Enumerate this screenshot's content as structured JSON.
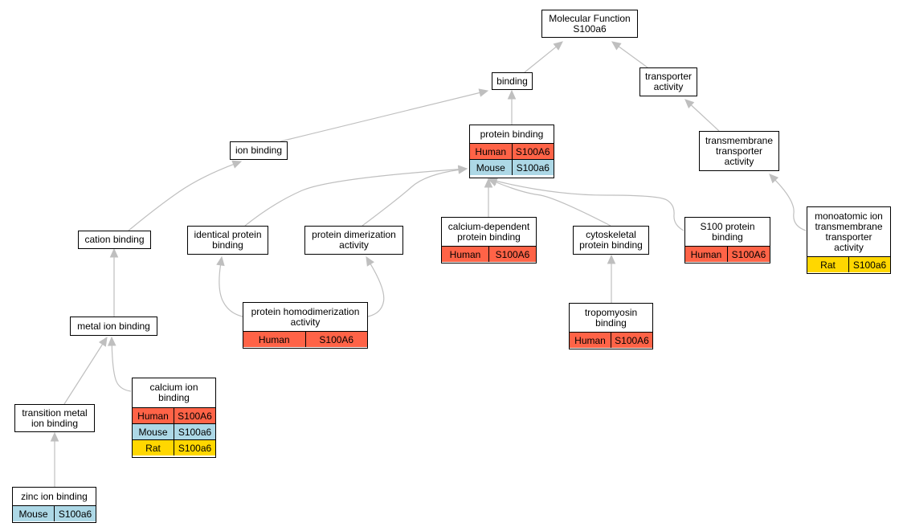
{
  "colors": {
    "human": "#ff6347",
    "mouse": "#add8e6",
    "rat": "#ffd700",
    "edge": "#bfbfbf"
  },
  "nodes": [
    {
      "id": "root",
      "lines": [
        "Molecular Function",
        "S100a6"
      ],
      "rows": []
    },
    {
      "id": "binding",
      "lines": [
        "binding"
      ],
      "rows": []
    },
    {
      "id": "transporter",
      "lines": [
        "transporter",
        "activity"
      ],
      "rows": []
    },
    {
      "id": "tmtransporter",
      "lines": [
        "transmembrane",
        "transporter",
        "activity"
      ],
      "rows": []
    },
    {
      "id": "ionbinding",
      "lines": [
        "ion binding"
      ],
      "rows": []
    },
    {
      "id": "proteinbinding",
      "lines": [
        "protein binding"
      ],
      "rows": [
        {
          "species": "Human",
          "gene": "S100A6",
          "color": "human"
        },
        {
          "species": "Mouse",
          "gene": "S100a6",
          "color": "mouse"
        }
      ]
    },
    {
      "id": "cationbinding",
      "lines": [
        "cation binding"
      ],
      "rows": []
    },
    {
      "id": "identical",
      "lines": [
        "identical protein",
        "binding"
      ],
      "rows": []
    },
    {
      "id": "dimerization",
      "lines": [
        "protein dimerization",
        "activity"
      ],
      "rows": []
    },
    {
      "id": "calciumdep",
      "lines": [
        "calcium-dependent",
        "protein binding"
      ],
      "rows": [
        {
          "species": "Human",
          "gene": "S100A6",
          "color": "human"
        }
      ]
    },
    {
      "id": "cytoskeletal",
      "lines": [
        "cytoskeletal",
        "protein binding"
      ],
      "rows": []
    },
    {
      "id": "s100",
      "lines": [
        "S100 protein",
        "binding"
      ],
      "rows": [
        {
          "species": "Human",
          "gene": "S100A6",
          "color": "human"
        }
      ]
    },
    {
      "id": "monoatomic",
      "lines": [
        "monoatomic ion",
        "transmembrane",
        "transporter",
        "activity"
      ],
      "rows": [
        {
          "species": "Rat",
          "gene": "S100a6",
          "color": "rat"
        }
      ]
    },
    {
      "id": "metalion",
      "lines": [
        "metal ion binding"
      ],
      "rows": []
    },
    {
      "id": "homodimer",
      "lines": [
        "protein homodimerization",
        "activity"
      ],
      "rows": [
        {
          "species": "Human",
          "gene": "S100A6",
          "color": "human"
        }
      ]
    },
    {
      "id": "tropomyosin",
      "lines": [
        "tropomyosin",
        "binding"
      ],
      "rows": [
        {
          "species": "Human",
          "gene": "S100A6",
          "color": "human"
        }
      ]
    },
    {
      "id": "calciumion",
      "lines": [
        "calcium ion",
        "binding"
      ],
      "rows": [
        {
          "species": "Human",
          "gene": "S100A6",
          "color": "human"
        },
        {
          "species": "Mouse",
          "gene": "S100a6",
          "color": "mouse"
        },
        {
          "species": "Rat",
          "gene": "S100a6",
          "color": "rat"
        }
      ]
    },
    {
      "id": "transitionmetal",
      "lines": [
        "transition metal",
        "ion binding"
      ],
      "rows": []
    },
    {
      "id": "zincion",
      "lines": [
        "zinc ion binding"
      ],
      "rows": [
        {
          "species": "Mouse",
          "gene": "S100a6",
          "color": "mouse"
        }
      ]
    }
  ],
  "edges": [
    {
      "from": "binding",
      "to": "root"
    },
    {
      "from": "transporter",
      "to": "root"
    },
    {
      "from": "tmtransporter",
      "to": "transporter"
    },
    {
      "from": "monoatomic",
      "to": "tmtransporter"
    },
    {
      "from": "ionbinding",
      "to": "binding"
    },
    {
      "from": "proteinbinding",
      "to": "binding"
    },
    {
      "from": "cationbinding",
      "to": "ionbinding"
    },
    {
      "from": "metalion",
      "to": "cationbinding"
    },
    {
      "from": "transitionmetal",
      "to": "metalion"
    },
    {
      "from": "calciumion",
      "to": "metalion"
    },
    {
      "from": "zincion",
      "to": "transitionmetal"
    },
    {
      "from": "identical",
      "to": "proteinbinding"
    },
    {
      "from": "dimerization",
      "to": "proteinbinding"
    },
    {
      "from": "calciumdep",
      "to": "proteinbinding"
    },
    {
      "from": "cytoskeletal",
      "to": "proteinbinding"
    },
    {
      "from": "s100",
      "to": "proteinbinding"
    },
    {
      "from": "homodimer",
      "to": "identical"
    },
    {
      "from": "homodimer",
      "to": "dimerization"
    },
    {
      "from": "tropomyosin",
      "to": "cytoskeletal"
    }
  ]
}
